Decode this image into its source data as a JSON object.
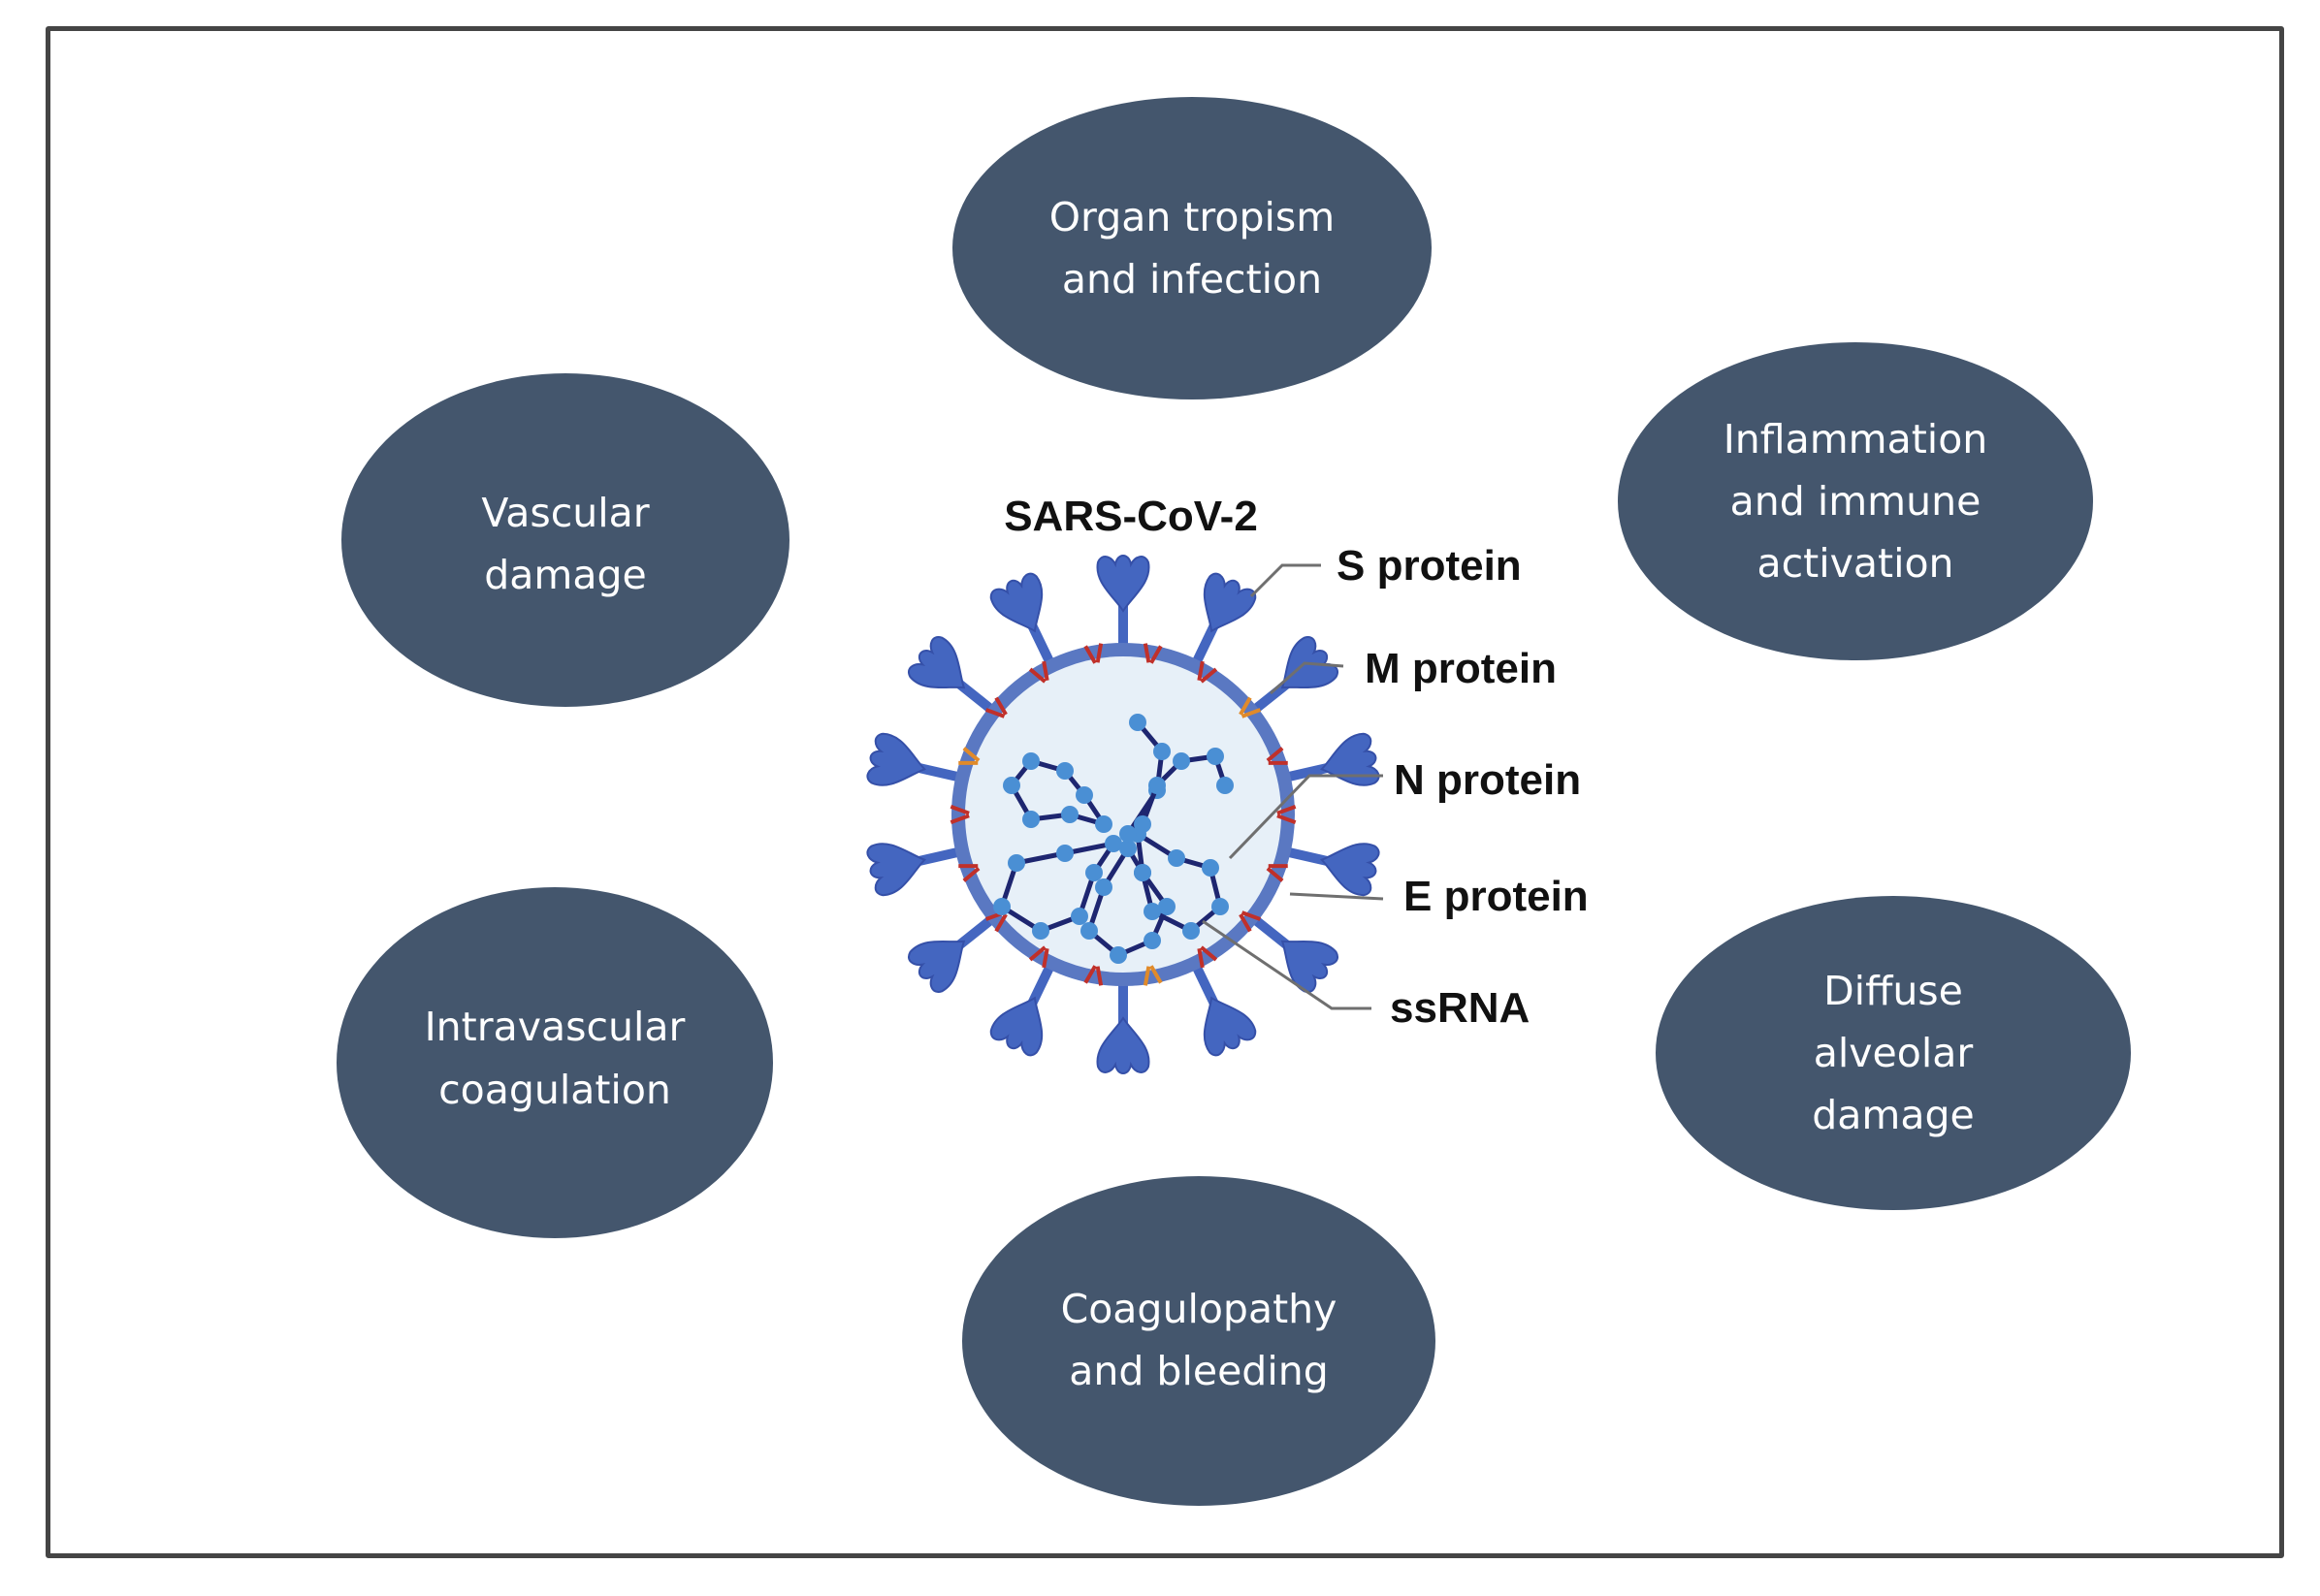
{
  "figure": {
    "colors": {
      "node_fill": "#44566d",
      "node_text": "#ffffff",
      "frame": "#454545",
      "spike": "#4466c0",
      "membrane": "#5a78c2",
      "capsid_fill": "#e7f0f8",
      "rna_strand": "#1e2670",
      "n_protein_bead": "#4a8fd4",
      "m_protein": "#c0302a",
      "e_protein": "#e08a2a",
      "label_text": "#111111"
    },
    "center": {
      "title": "SARS-CoV-2",
      "labels": [
        {
          "id": "s-protein",
          "text": "S protein"
        },
        {
          "id": "m-protein",
          "text": "M protein"
        },
        {
          "id": "n-protein",
          "text": "N protein"
        },
        {
          "id": "e-protein",
          "text": "E protein"
        },
        {
          "id": "ssrna",
          "text": "ssRNA"
        }
      ]
    },
    "nodes": [
      {
        "id": "organ-tropism",
        "lines": [
          "Organ tropism",
          "and infection"
        ]
      },
      {
        "id": "inflammation",
        "lines": [
          "Inflammation",
          "and immune",
          "activation"
        ]
      },
      {
        "id": "diffuse-alveolar-damage",
        "lines": [
          "Diffuse",
          "alveolar",
          "damage"
        ]
      },
      {
        "id": "coagulopathy",
        "lines": [
          "Coagulopathy",
          "and bleeding"
        ]
      },
      {
        "id": "intravascular-coagulation",
        "lines": [
          "Intravascular",
          "coagulation"
        ]
      },
      {
        "id": "vascular-damage",
        "lines": [
          "Vascular",
          "damage"
        ]
      }
    ]
  }
}
